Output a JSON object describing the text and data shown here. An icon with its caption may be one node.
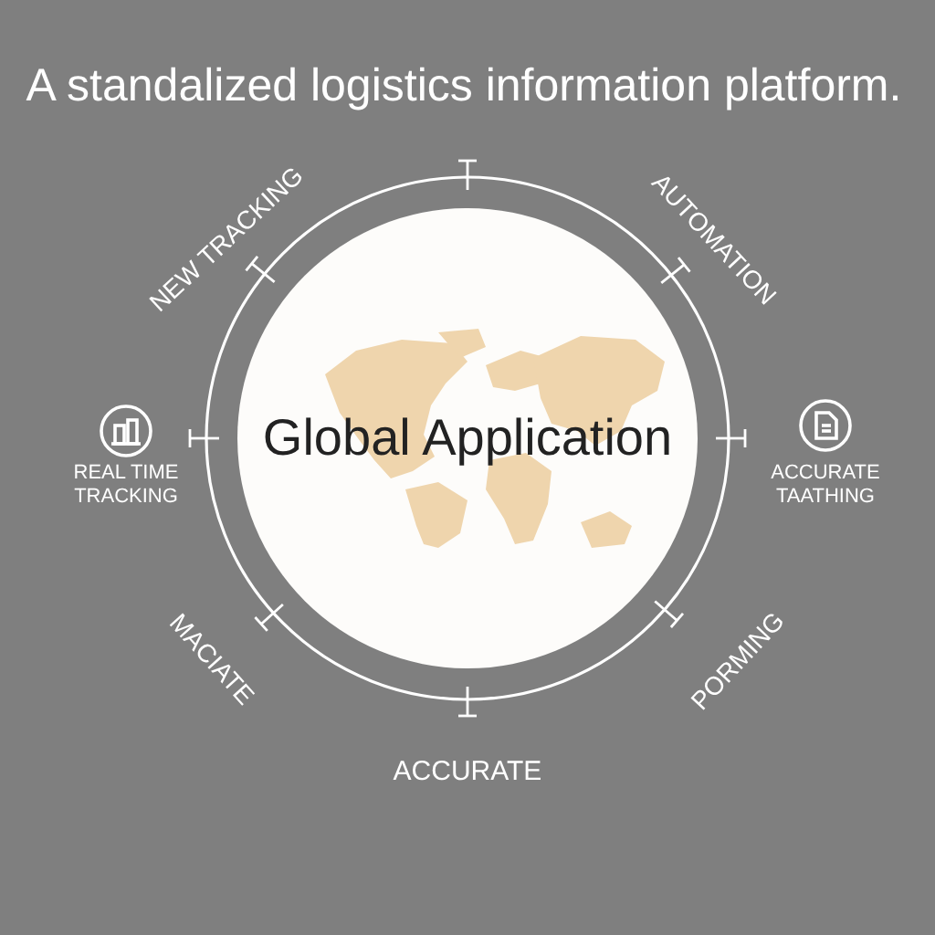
{
  "diagram": {
    "title": "A standalized logistics information platform.",
    "nodes": [
      {
        "text": [
          "Global Application"
        ]
      }
    ],
    "labels": [
      "NEW TRACKING",
      "AUTOMATION",
      "REAL TIME TRACKING",
      "ACCURATE TAATHING",
      "MACIATE",
      "PORMING",
      "ACCURATE"
    ]
  }
}
